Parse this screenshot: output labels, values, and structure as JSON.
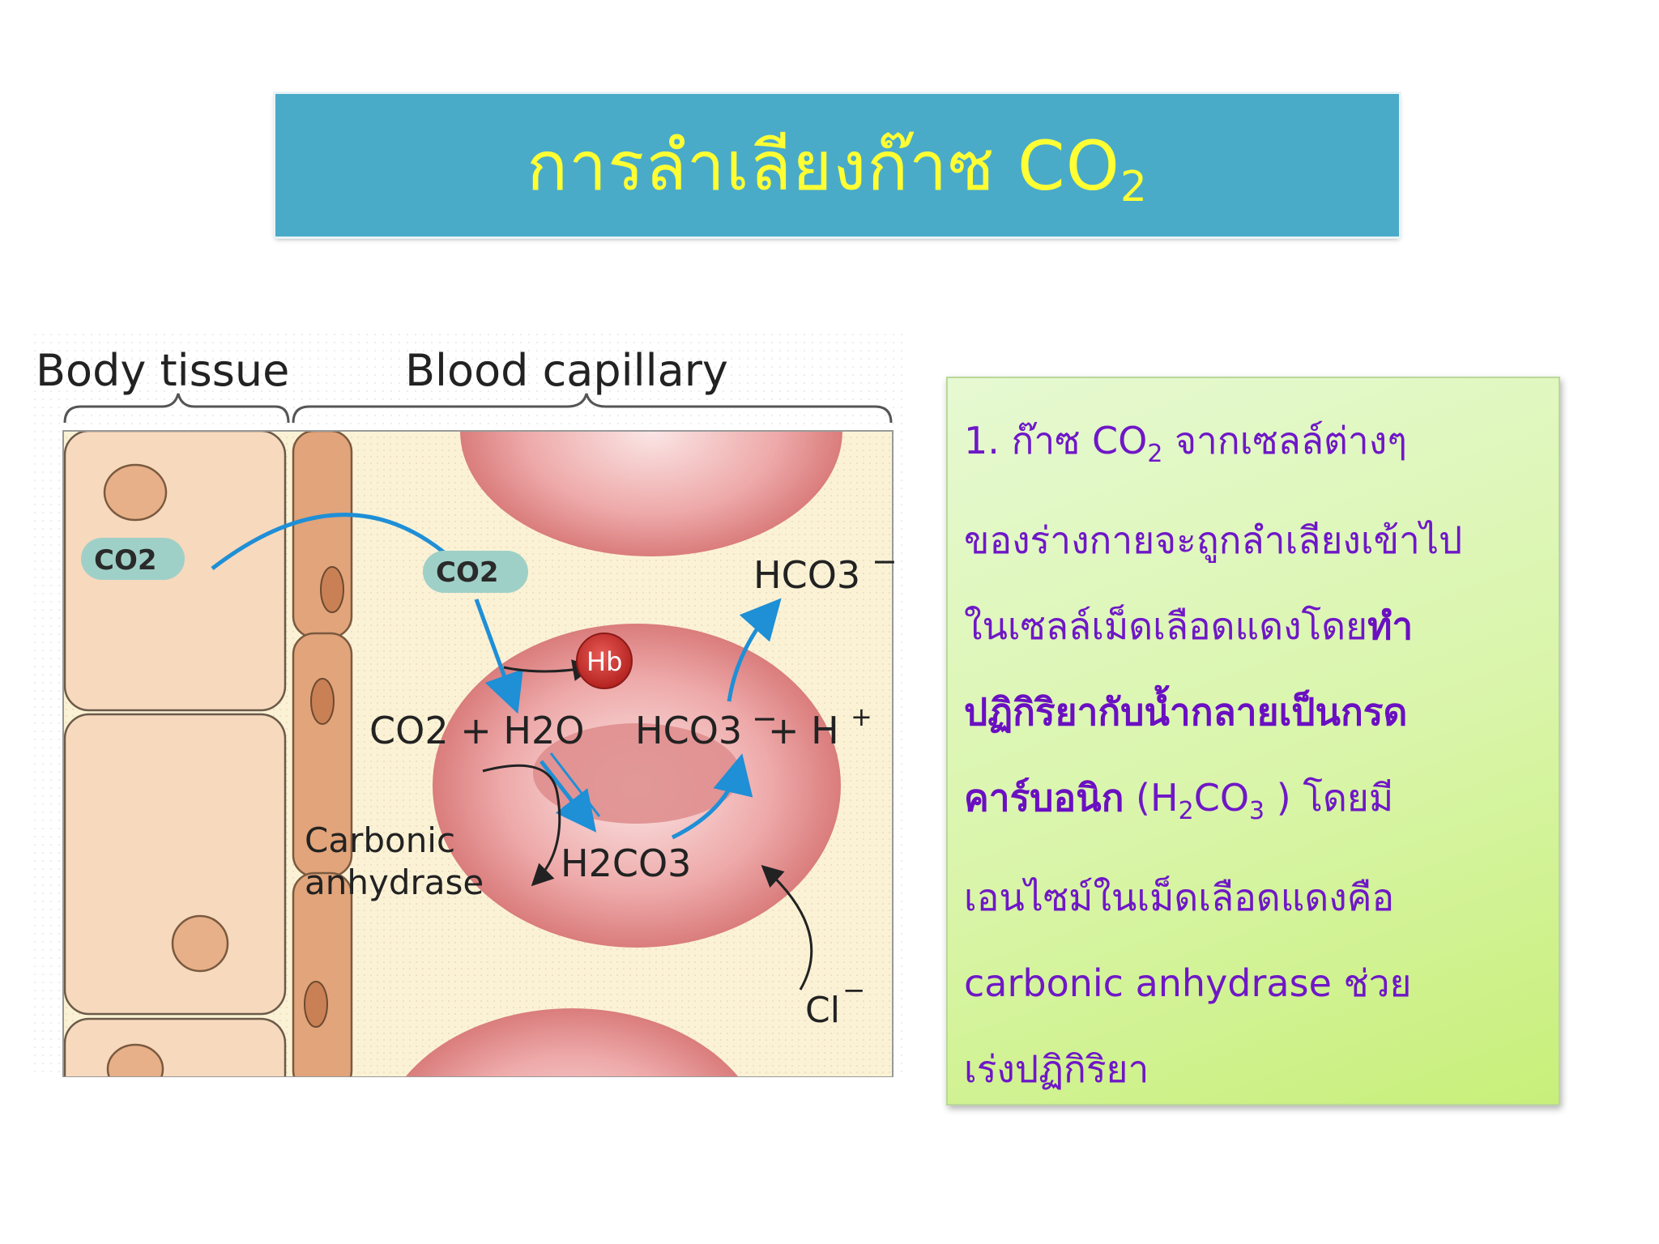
{
  "title": {
    "text": "การลำเลียงก๊าซ CO",
    "sub": "2"
  },
  "diagram": {
    "label_body_tissue": "Body tissue",
    "label_blood_capillary": "Blood capillary",
    "co2_tissue": "CO2",
    "co2_plasma": "CO2",
    "hb": "Hb",
    "hco3_out": "HCO3",
    "hco3_out_charge": "−",
    "eq_left": "CO2 + H2O",
    "eq_right_hco3": "HCO3",
    "eq_right_charge": "−",
    "eq_right_h": "+ H",
    "eq_right_h_charge": "+",
    "h2co3": "H2CO3",
    "carbonic": "Carbonic",
    "anhydrase": "anhydrase",
    "cl": "Cl",
    "cl_charge": "−"
  },
  "panel": {
    "line1_a": "1. ก๊าซ CO",
    "line1_sub": "2",
    "line1_b": " จากเซลล์ต่างๆ",
    "line2": "ของร่างกายจะถูกลำเลียงเข้าไป",
    "line3_a": "ในเซลล์เม็ดเลือดแดงโดย",
    "line3_b": "ทำ",
    "line4": "ปฏิกิริยากับน้ำกลายเป็นกรด",
    "line5_a": "คาร์บอนิก",
    "line5_b": " (H",
    "line5_sub1": "2",
    "line5_c": "CO",
    "line5_sub2": "3",
    "line5_d": " ) โดยมี",
    "line6": "เอนไซม์ในเม็ดเลือดแดงคือ",
    "line7": "carbonic anhydrase ช่วย",
    "line8": "เร่งปฏิกิริยา"
  },
  "colors": {
    "banner": "#4aabc9",
    "title_text": "#ffff33",
    "panel_text": "#6f17c7",
    "arrow_blue": "#1f8fd6",
    "rbc": "#e8a0a0",
    "hb": "#c9302c",
    "cell_fill": "#f7dcc0"
  }
}
